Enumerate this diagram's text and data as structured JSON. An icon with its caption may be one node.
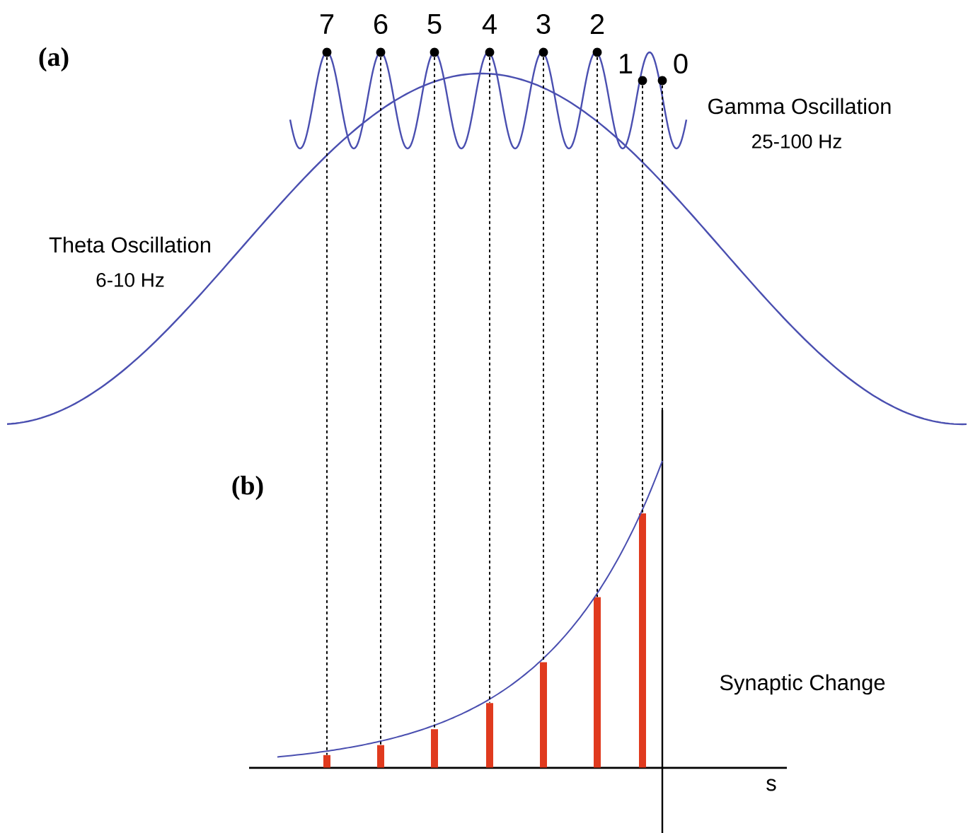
{
  "diagram": {
    "nodes": [
      {
        "text": [],
        "shape": "circle",
        "beside": [
          "7"
        ]
      },
      {
        "text": [],
        "shape": "circle",
        "beside": [
          "6"
        ]
      },
      {
        "text": [],
        "shape": "circle",
        "beside": [
          "5"
        ]
      },
      {
        "text": [],
        "shape": "circle",
        "beside": [
          "4"
        ]
      },
      {
        "text": [],
        "shape": "circle",
        "beside": [
          "3"
        ]
      },
      {
        "text": [],
        "shape": "circle",
        "beside": [
          "2"
        ]
      },
      {
        "text": [],
        "shape": "circle",
        "beside": [
          "1"
        ]
      },
      {
        "text": [],
        "shape": "circle",
        "beside": [
          "0"
        ]
      },
      {
        "text": [],
        "shape": "bar"
      },
      {
        "text": [],
        "shape": "bar"
      },
      {
        "text": [],
        "shape": "bar"
      },
      {
        "text": [],
        "shape": "bar"
      },
      {
        "text": [],
        "shape": "bar"
      },
      {
        "text": [],
        "shape": "bar"
      },
      {
        "text": [],
        "shape": "bar"
      }
    ],
    "edges": [
      {
        "from": 0,
        "to": 8,
        "arrow": "none",
        "style": "dashed"
      },
      {
        "from": 1,
        "to": 9,
        "arrow": "none",
        "style": "dashed"
      },
      {
        "from": 2,
        "to": 10,
        "arrow": "none",
        "style": "dashed"
      },
      {
        "from": 3,
        "to": 11,
        "arrow": "none",
        "style": "dashed"
      },
      {
        "from": 4,
        "to": 12,
        "arrow": "none",
        "style": "dashed"
      },
      {
        "from": 5,
        "to": 13,
        "arrow": "none",
        "style": "dashed"
      },
      {
        "from": 6,
        "to": 14,
        "arrow": "none",
        "style": "dashed"
      },
      {
        "from": 7,
        "to": null,
        "arrow": "none",
        "style": "dashed"
      }
    ],
    "labels": [
      "(a)",
      "Gamma Oscillation",
      "25-100 Hz",
      "Theta Oscillation",
      "6-10 Hz",
      "(b)",
      "Synaptic Change",
      "s"
    ]
  }
}
